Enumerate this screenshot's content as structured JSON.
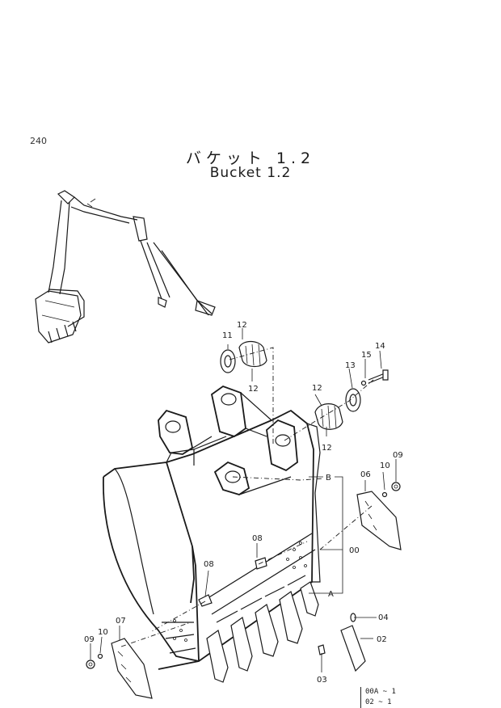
{
  "page_number": "240",
  "title_jp": "バケット 1.2",
  "title_en": "Bucket 1.2",
  "callouts": {
    "c00": "00",
    "c02": "02",
    "c03": "03",
    "c04": "04",
    "c06": "06",
    "c07": "07",
    "c08a": "08",
    "c08b": "08",
    "c09a": "09",
    "c09b": "09",
    "c10a": "10",
    "c10b": "10",
    "c11": "11",
    "c12a": "12",
    "c12b": "12",
    "c12c": "12",
    "c12d": "12",
    "c13": "13",
    "c14": "14",
    "c15": "15",
    "cA": "A",
    "cB": "B"
  },
  "footer": {
    "line1": "00A ~ 1",
    "line2": "02  ~ 1"
  }
}
